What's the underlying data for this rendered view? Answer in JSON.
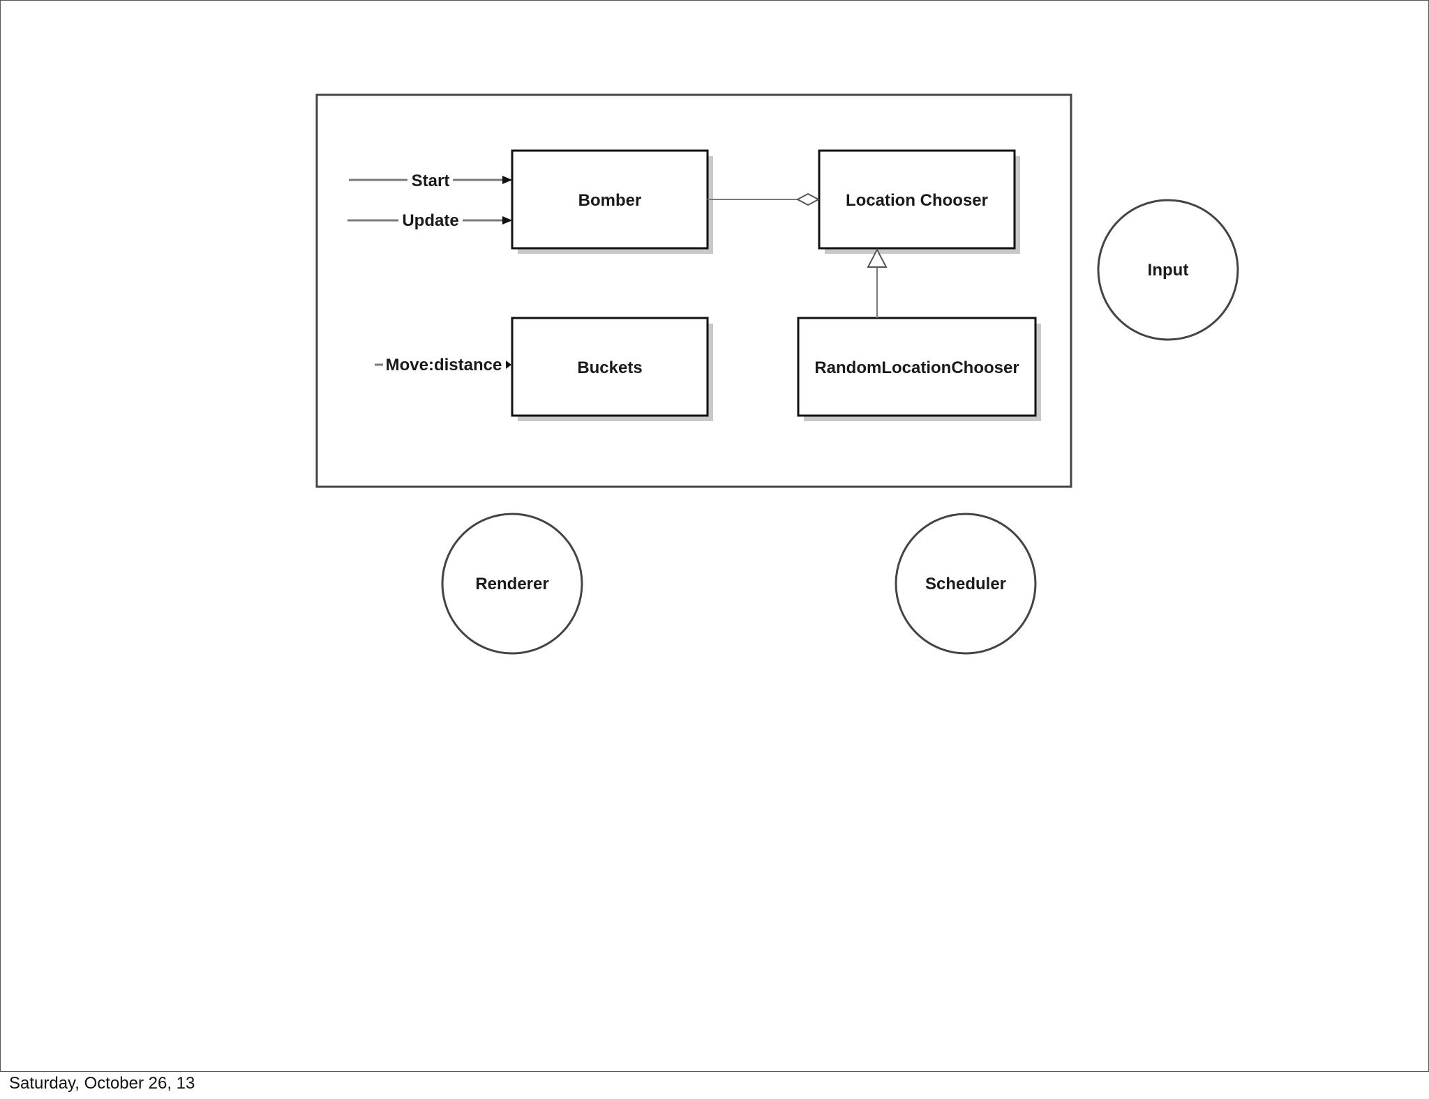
{
  "diagram": {
    "classes": {
      "bomber": "Bomber",
      "location_chooser": "Location Chooser",
      "buckets": "Buckets",
      "random_location_chooser": "RandomLocationChooser"
    },
    "inputs": {
      "start": "Start",
      "update": "Update",
      "move": "Move:distance"
    },
    "externals": {
      "input": "Input",
      "renderer": "Renderer",
      "scheduler": "Scheduler"
    }
  },
  "footer": {
    "date": "Saturday, October 26, 13"
  },
  "colors": {
    "stroke": "#1a1a1a",
    "connector": "#7a7a7a",
    "shadow": "#c8c8c8"
  }
}
